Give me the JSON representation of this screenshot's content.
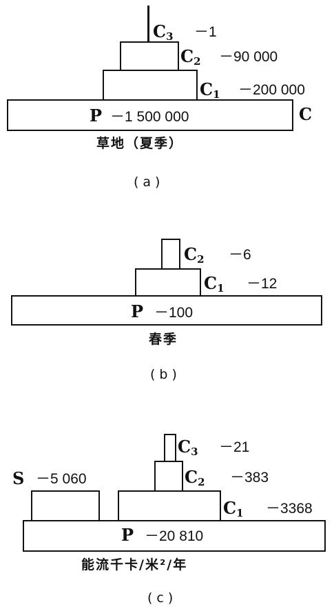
{
  "panel_a": {
    "levels": [
      {
        "name": "C",
        "sub": "3",
        "value": "－1"
      },
      {
        "name": "C",
        "sub": "2",
        "value": "－90 000"
      },
      {
        "name": "C",
        "sub": "1",
        "value": "－200 000"
      },
      {
        "name": "P",
        "sub": "",
        "value": "－1 500 000"
      }
    ],
    "right_mark": "C",
    "caption": "草地（夏季）",
    "label": "(a)"
  },
  "panel_b": {
    "levels": [
      {
        "name": "C",
        "sub": "2",
        "value": "－6"
      },
      {
        "name": "C",
        "sub": "1",
        "value": "－12"
      },
      {
        "name": "P",
        "sub": "",
        "value": "－100"
      }
    ],
    "caption": "春季",
    "label": "(b)"
  },
  "panel_c": {
    "levels": [
      {
        "name": "C",
        "sub": "3",
        "value": "－21"
      },
      {
        "name": "C",
        "sub": "2",
        "value": "－383"
      },
      {
        "name": "C",
        "sub": "1",
        "value": "－3368"
      },
      {
        "name": "P",
        "sub": "",
        "value": "－20 810"
      },
      {
        "name": "S",
        "sub": "",
        "value": "－5 060"
      }
    ],
    "caption": "能流千卡/米²/年",
    "label": "(c)"
  }
}
